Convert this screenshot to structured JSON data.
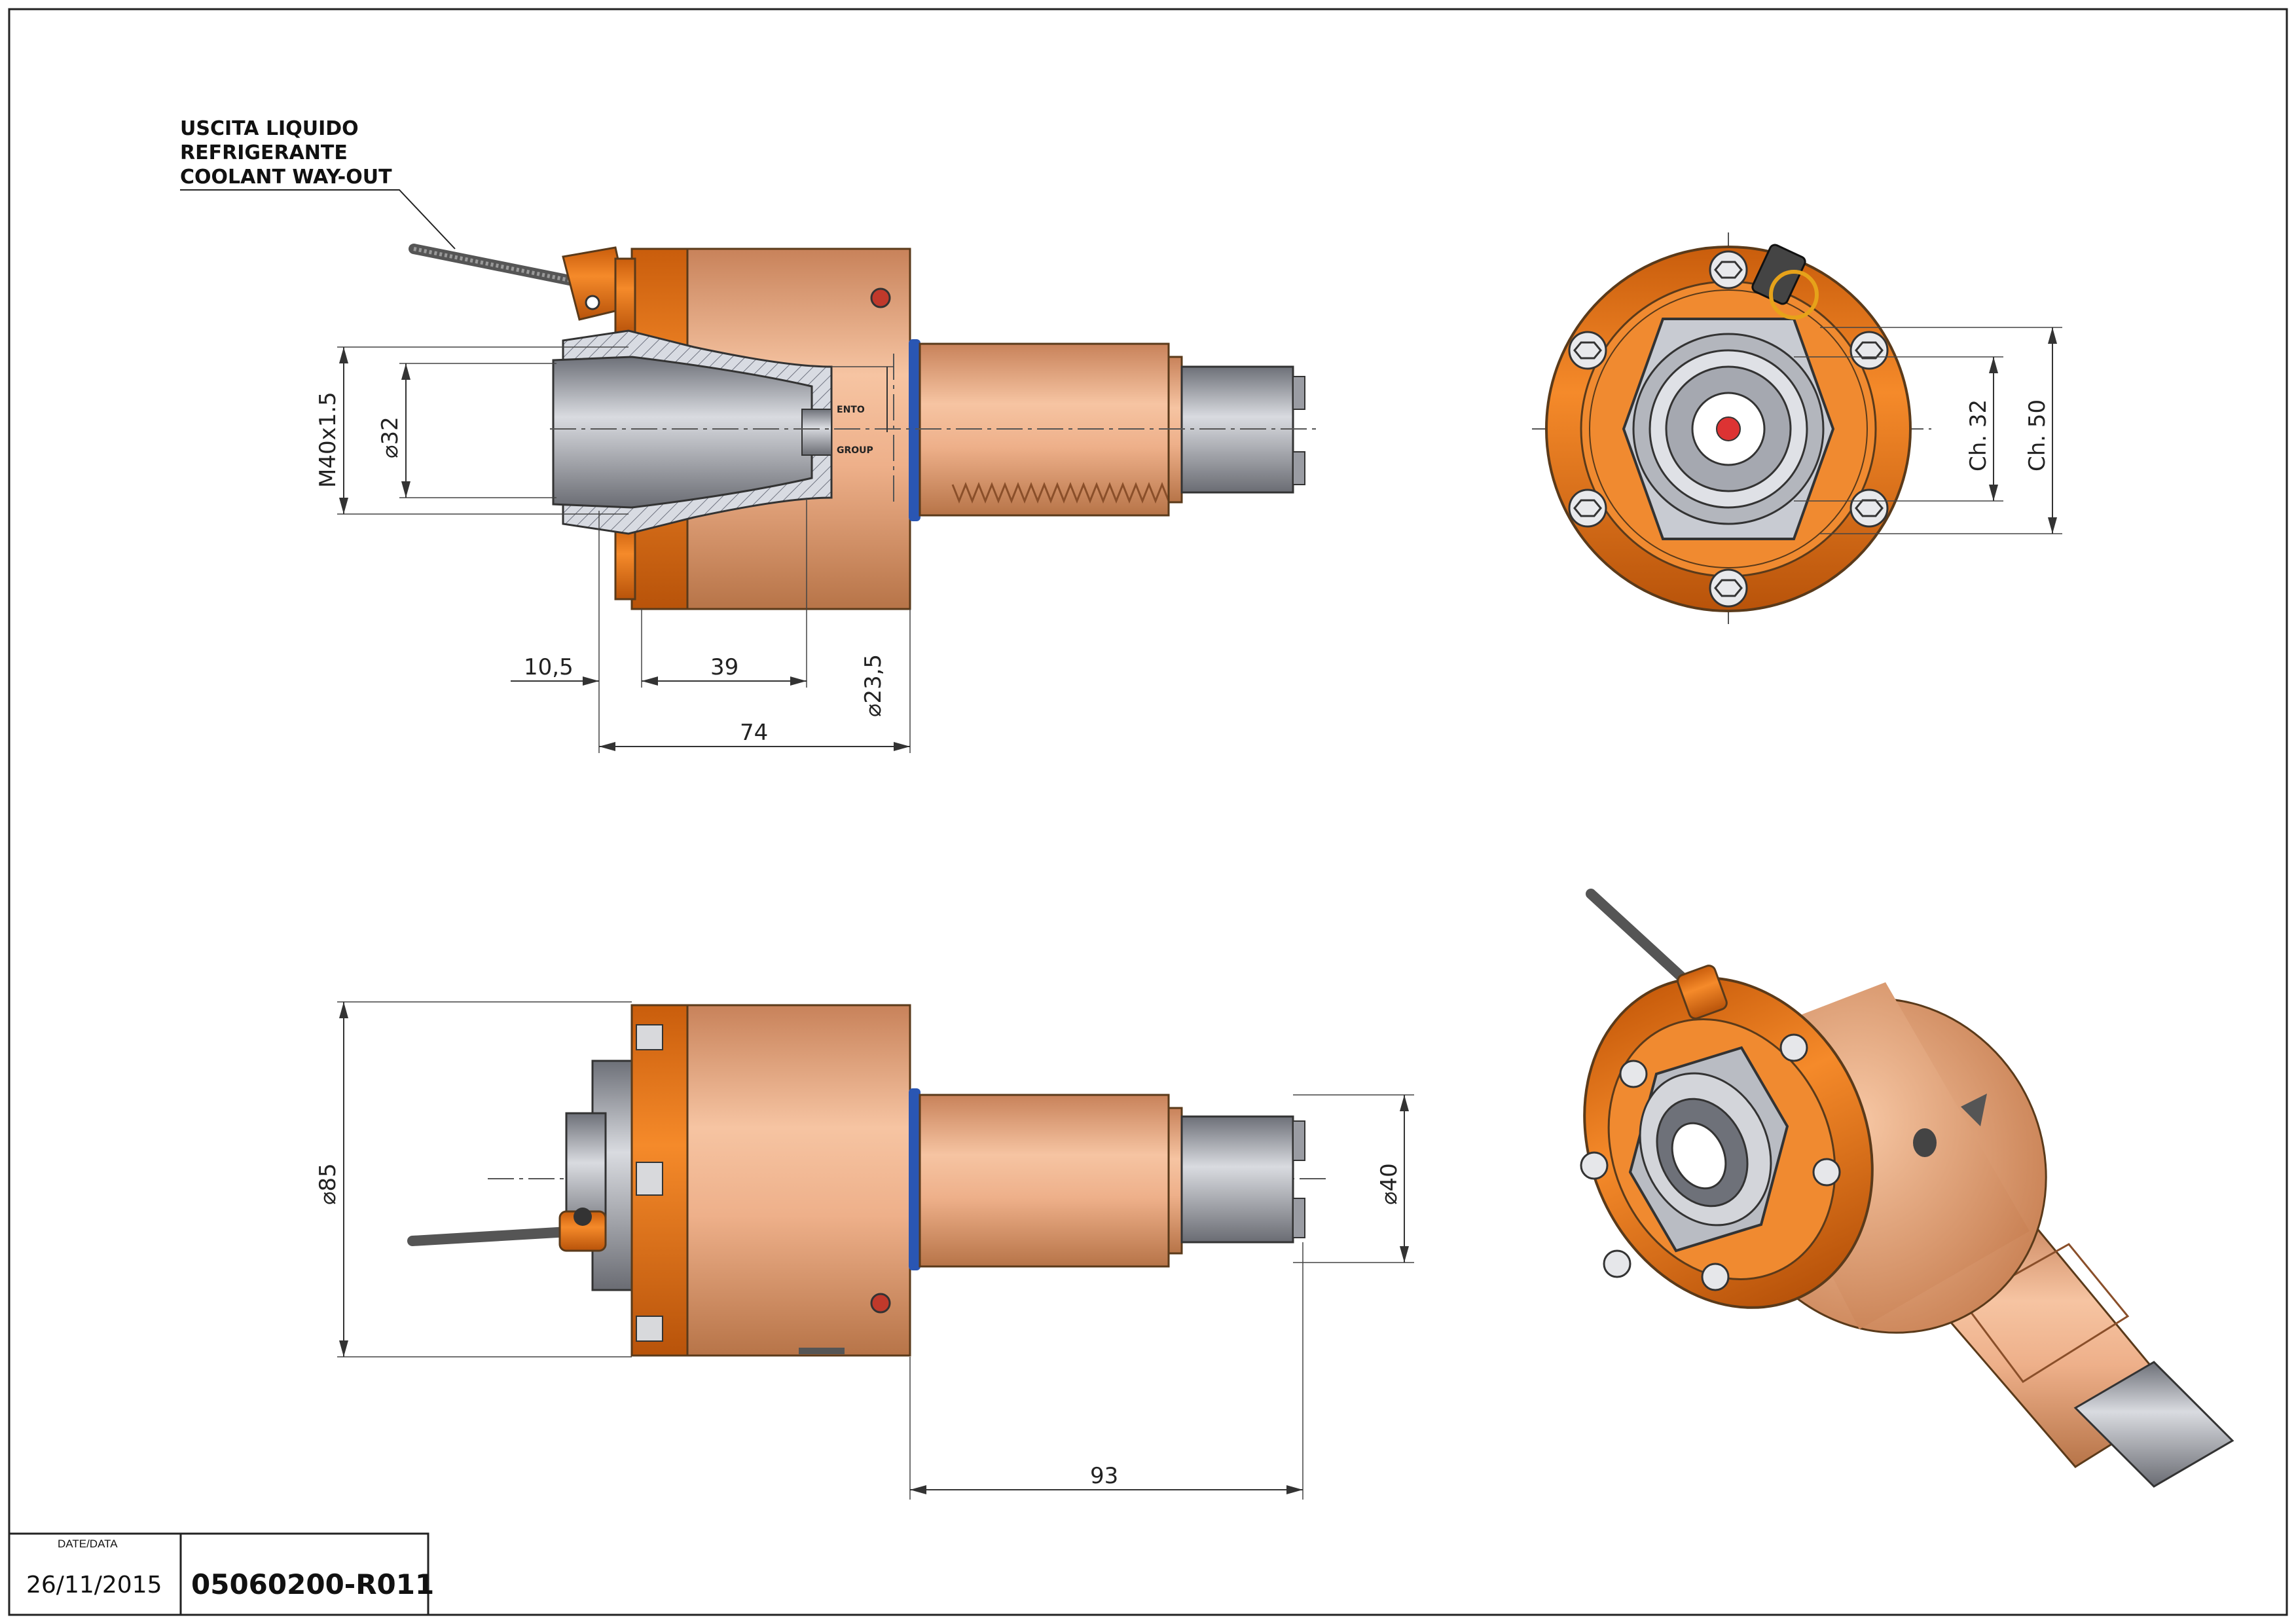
{
  "callout": {
    "line1": "USCITA LIQUIDO",
    "line2": "REFRIGERANTE",
    "line3": "COOLANT WAY-OUT"
  },
  "top_view": {
    "dim_thread": "M40x1.5",
    "dim_bore": "⌀32",
    "dim_10_5": "10,5",
    "dim_39": "39",
    "dim_74": "74",
    "dim_23_5": "⌀23,5",
    "engraving_1": "ENTO",
    "engraving_2": "GROUP"
  },
  "front_view": {
    "dim_ch32": "Ch. 32",
    "dim_ch50": "Ch. 50"
  },
  "side_view": {
    "dim_85": "⌀85",
    "dim_40": "⌀40",
    "dim_93": "93"
  },
  "title_block": {
    "date_label": "DATE/DATA",
    "date_value": "26/11/2015",
    "code": "05060200-R011"
  },
  "colors": {
    "orange": "#ec7a1e",
    "copper": "#e4a178",
    "steel": "#a7aab2",
    "blue_ring": "#2a56b3",
    "line": "#333333"
  }
}
